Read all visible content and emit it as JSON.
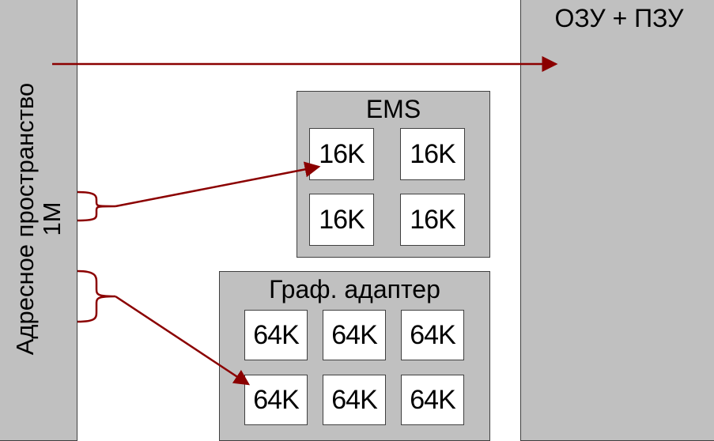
{
  "address_space": {
    "label_line1": "Адресное пространство",
    "label_line2": "1M"
  },
  "memory": {
    "title": "ОЗУ + ПЗУ"
  },
  "ems": {
    "title": "EMS",
    "pages": [
      "16K",
      "16K",
      "16K",
      "16K"
    ]
  },
  "graphics_adapter": {
    "title": "Граф. адаптер",
    "pages": [
      "64K",
      "64K",
      "64K",
      "64K",
      "64K",
      "64K"
    ]
  },
  "colors": {
    "box_fill": "#c0c0c0",
    "border": "#404040",
    "arrow": "#8b0000"
  }
}
